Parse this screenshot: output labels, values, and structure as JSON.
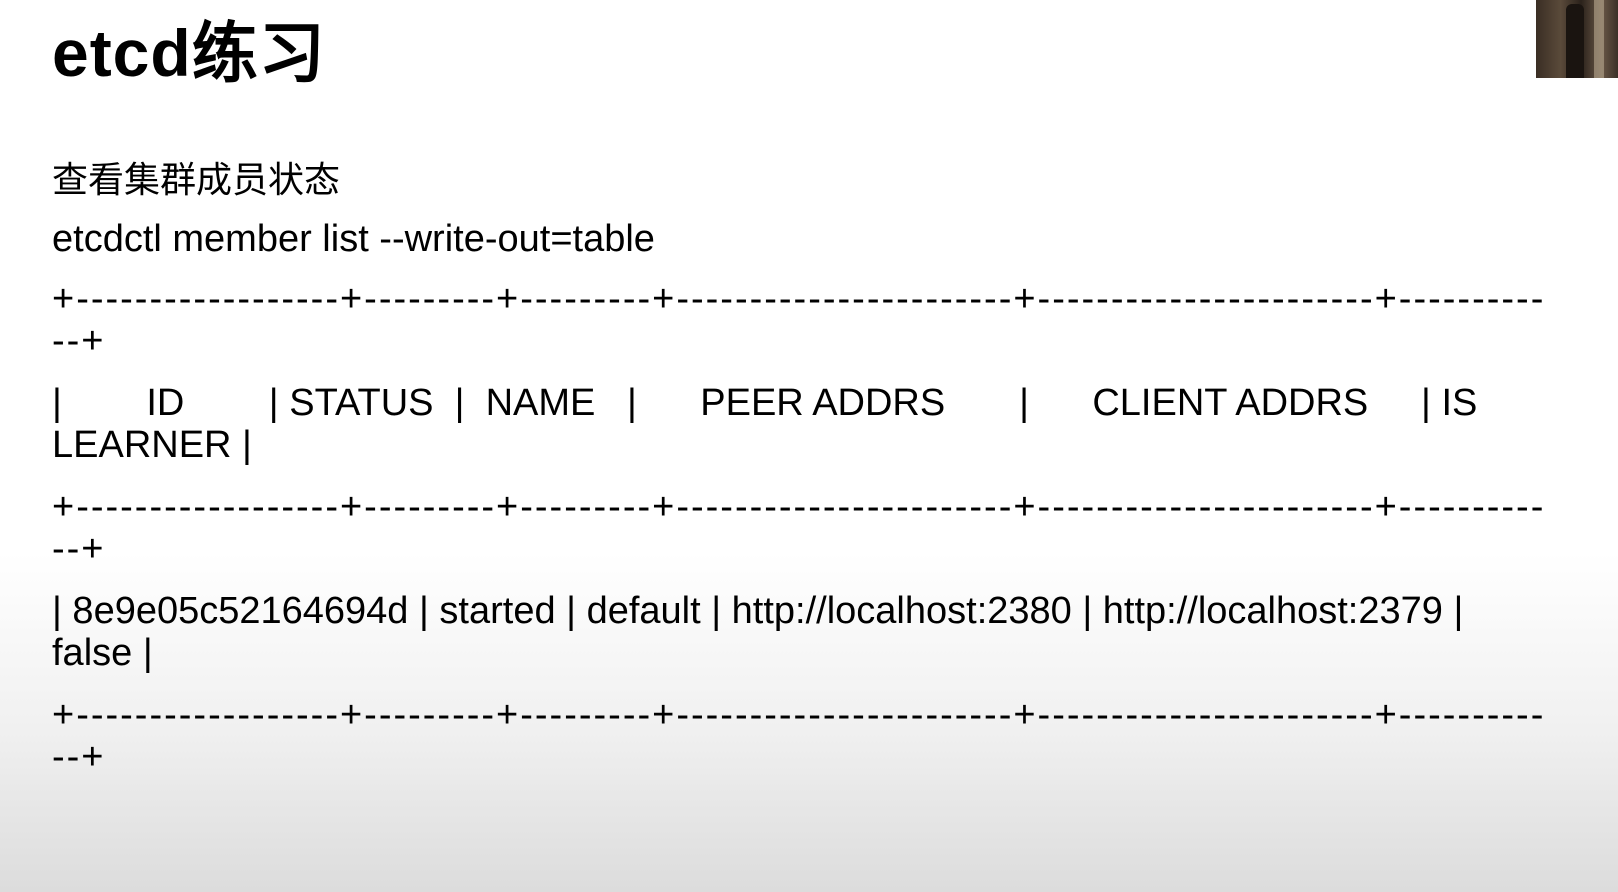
{
  "slide": {
    "title": "etcd练习",
    "subtitle": "查看集群成员状态",
    "command": "etcdctl member list --write-out=table",
    "table_lines": {
      "border_top": "+------------------+---------+---------+-----------------------+-----------------------+------------+",
      "header": "|        ID        | STATUS  |  NAME   |      PEER ADDRS       |      CLIENT ADDRS     | IS LEARNER |",
      "border_mid": "+------------------+---------+---------+-----------------------+-----------------------+------------+",
      "row": "| 8e9e05c52164694d | started | default | http://localhost:2380 | http://localhost:2379 | false |",
      "border_bottom": "+------------------+---------+---------+-----------------------+-----------------------+------------+"
    },
    "table": {
      "columns": [
        "ID",
        "STATUS",
        "NAME",
        "PEER ADDRS",
        "CLIENT ADDRS",
        "IS LEARNER"
      ],
      "rows": [
        [
          "8e9e05c52164694d",
          "started",
          "default",
          "http://localhost:2380",
          "http://localhost:2379",
          "false"
        ]
      ]
    }
  },
  "webcam": {
    "icon": "webcam-thumbnail"
  }
}
